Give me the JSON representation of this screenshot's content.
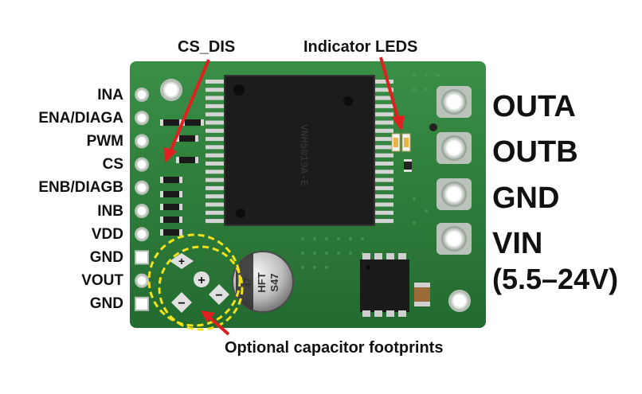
{
  "callouts": {
    "cs_dis": "CS_DIS",
    "indicator_leds": "Indicator LEDS",
    "capacitor": "Optional capacitor footprints"
  },
  "left_pins": [
    "INA",
    "ENA/DIAGA",
    "PWM",
    "CS",
    "ENB/DIAGB",
    "INB",
    "VDD",
    "GND",
    "VOUT",
    "GND"
  ],
  "right_terminals": [
    "OUTA",
    "OUTB",
    "GND",
    "VIN",
    "(5.5–24V)"
  ],
  "chip_marking": "VNH5019A-E",
  "capacitor_marking": [
    "47",
    "HFT",
    "S47"
  ],
  "colors": {
    "pcb": "#2e7d3a",
    "arrow": "#e02020",
    "highlight": "#f2e21a"
  }
}
